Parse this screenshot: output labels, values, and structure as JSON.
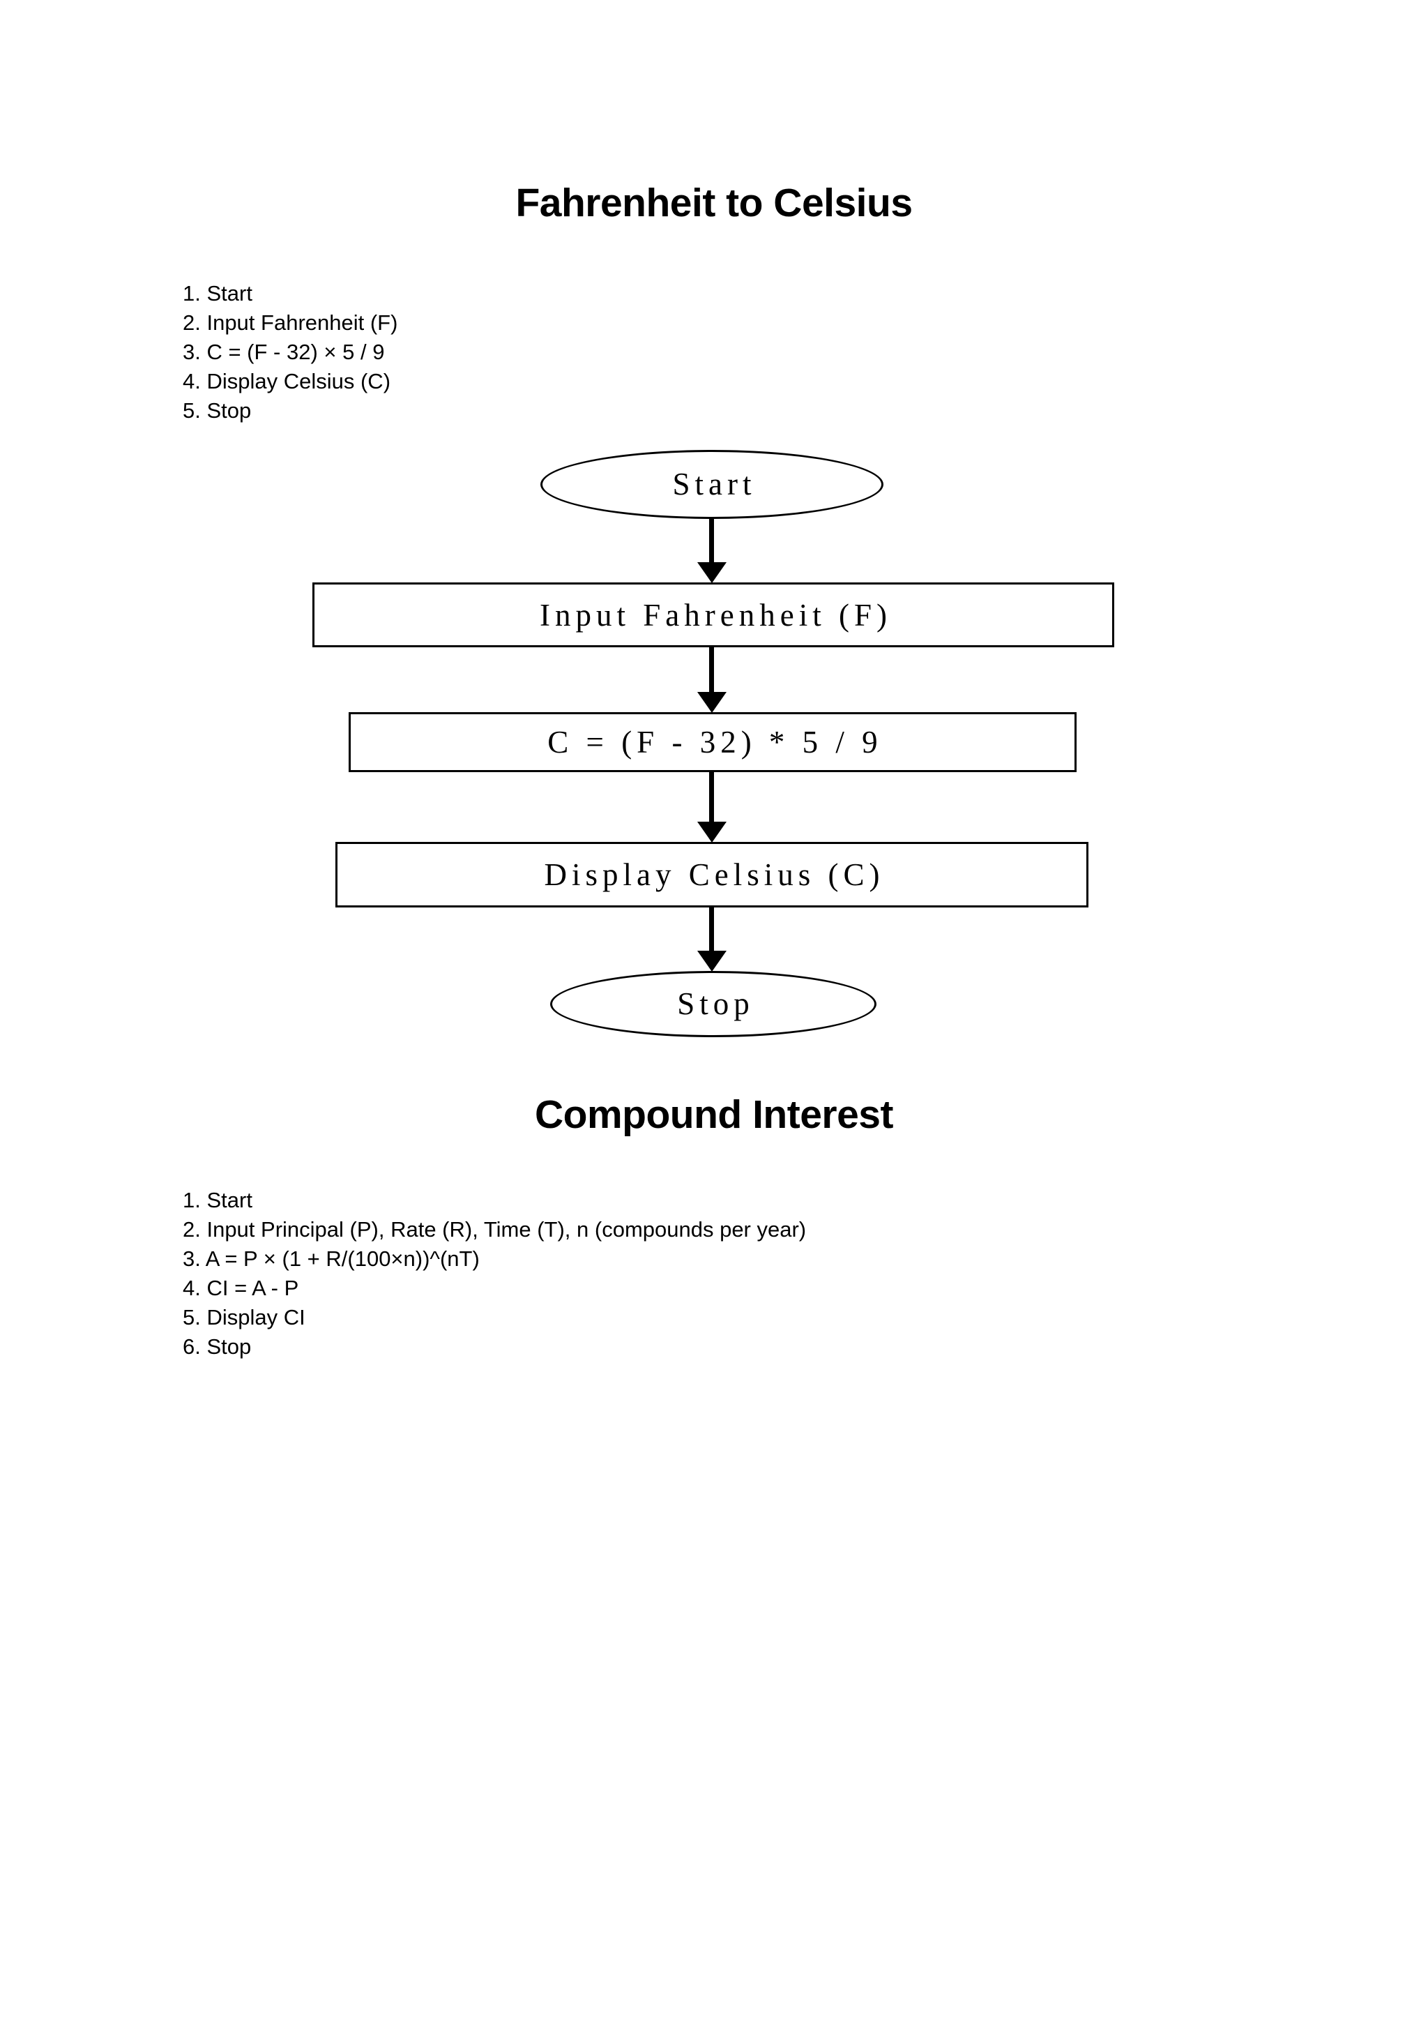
{
  "document": {
    "background_color": "#ffffff",
    "text_color": "#000000"
  },
  "sections": [
    {
      "id": "fahrenheit-to-celsius",
      "title": "Fahrenheit to Celsius",
      "steps": [
        "1. Start",
        "2. Input Fahrenheit (F)",
        "3. C = (F - 32) × 5 / 9",
        "4. Display Celsius (C)",
        "5. Stop"
      ]
    },
    {
      "id": "compound-interest",
      "title": "Compound Interest",
      "steps": [
        "1. Start",
        "2. Input Principal (P), Rate (R), Time (T), n (compounds per year)",
        "3. A = P × (1 + R/(100×n))^(nT)",
        "4. CI = A - P",
        "5. Display CI",
        "6. Stop"
      ]
    }
  ],
  "flowchart": {
    "title": "Fahrenheit to Celsius flowchart",
    "direction": "top-to-bottom",
    "stroke_color": "#000000",
    "fill_color": "#ffffff",
    "nodes": [
      {
        "id": "start",
        "shape": "ellipse",
        "label": "Start"
      },
      {
        "id": "input",
        "shape": "rectangle",
        "label": "Input Fahrenheit (F)"
      },
      {
        "id": "formula",
        "shape": "rectangle",
        "label": "C = (F - 32) * 5 / 9"
      },
      {
        "id": "display",
        "shape": "rectangle",
        "label": "Display Celsius (C)"
      },
      {
        "id": "stop",
        "shape": "ellipse",
        "label": "Stop"
      }
    ],
    "edges": [
      {
        "from": "start",
        "to": "input",
        "arrow": "down"
      },
      {
        "from": "input",
        "to": "formula",
        "arrow": "down"
      },
      {
        "from": "formula",
        "to": "display",
        "arrow": "down"
      },
      {
        "from": "display",
        "to": "stop",
        "arrow": "down"
      }
    ]
  }
}
